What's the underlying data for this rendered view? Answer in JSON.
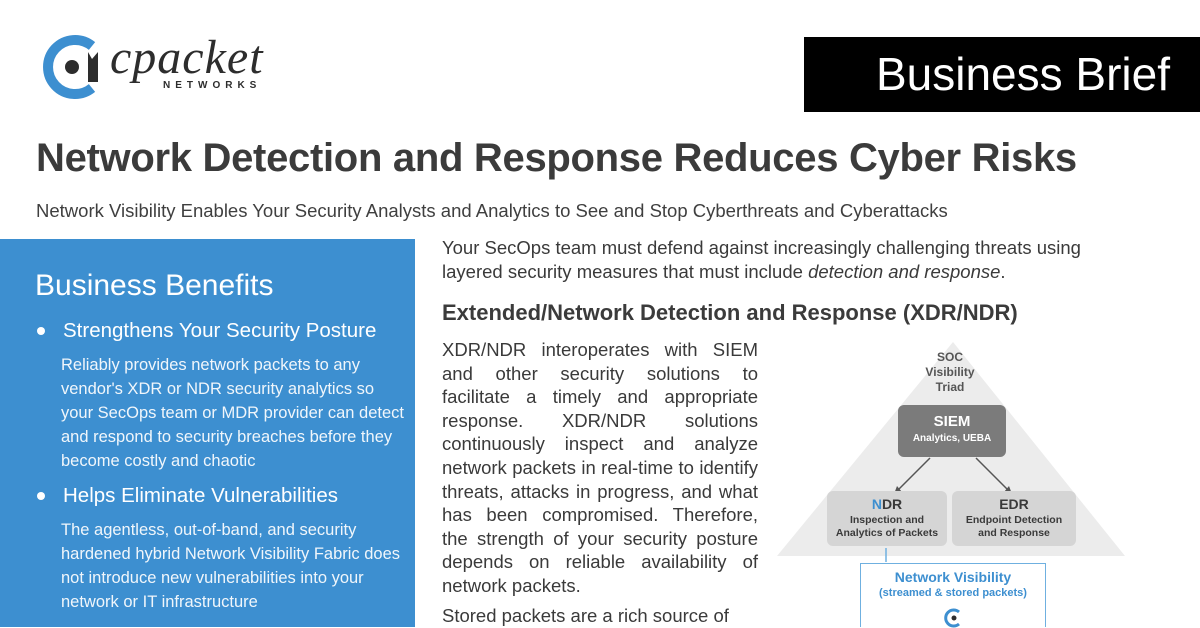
{
  "brand": {
    "name": "cpacket",
    "tagline": "NETWORKS",
    "accent_color": "#3d8fd0"
  },
  "badge": "Business Brief",
  "title": "Network Detection and Response Reduces Cyber Risks",
  "subtitle": "Network Visibility Enables Your Security Analysts and Analytics to See and Stop Cyberthreats and Cyberattacks",
  "benefits": {
    "heading": "Business Benefits",
    "items": [
      {
        "head": "Strengthens Your Security Posture",
        "body": "Reliably provides network packets to any vendor's XDR or NDR security analytics so your SecOps team or MDR provider can detect and respond to security breaches before they become costly and chaotic"
      },
      {
        "head": "Helps Eliminate Vulnerabilities",
        "body": "The agentless, out-of-band, and security hardened hybrid Network Visibility Fabric does not introduce new vulnerabilities into your network or IT infrastructure"
      }
    ]
  },
  "intro": {
    "text": "Your SecOps team must defend against increasingly challenging threats using layered security measures that must include ",
    "emphasis": "detection and response",
    "end": "."
  },
  "section_heading": "Extended/Network Detection and Response (XDR/NDR)",
  "section_paragraph": "XDR/NDR interoperates with SIEM and other security solutions to facilitate a timely and appropriate response. XDR/NDR solutions continuously inspect and analyze network packets in real-time to identify threats, attacks in progress, and what has been compromised. Therefore, the strength of your security posture depends on reliable availability of network packets.",
  "section_paragraph_2": "Stored packets are a rich source of",
  "diagram": {
    "soc": [
      "SOC",
      "Visibility",
      "Triad"
    ],
    "siem": {
      "title": "SIEM",
      "sub": "Analytics, UEBA"
    },
    "ndr": {
      "title_n": "N",
      "title_rest": "DR",
      "sub1": "Inspection and",
      "sub2": "Analytics of Packets"
    },
    "edr": {
      "title": "EDR",
      "sub1": "Endpoint Detection",
      "sub2": "and Response"
    },
    "nv": {
      "title": "Network Visibility",
      "sub": "(streamed & stored packets)"
    }
  }
}
